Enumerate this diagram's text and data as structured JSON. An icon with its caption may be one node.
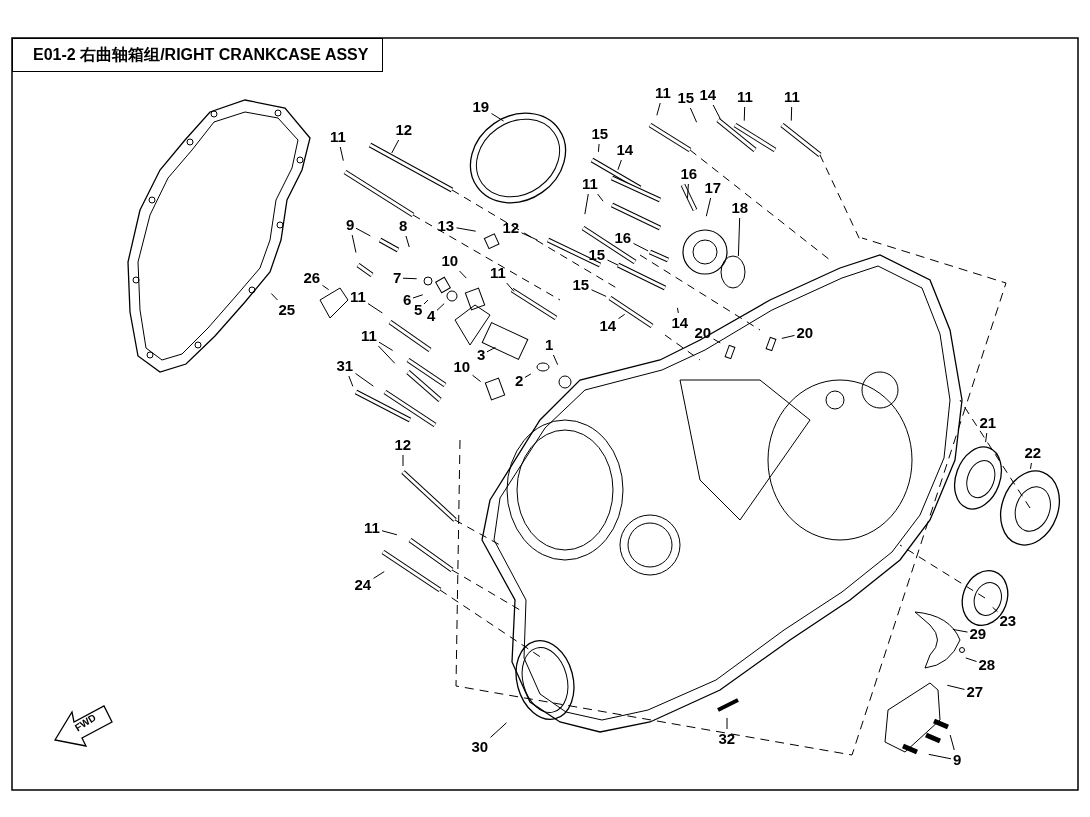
{
  "diagram": {
    "title": "E01-2 右曲轴箱组/RIGHT CRANKCASE ASSY",
    "nodes": [
      {
        "text": [
          "19"
        ]
      },
      {
        "text": [
          "11"
        ]
      },
      {
        "text": [
          "15"
        ]
      },
      {
        "text": [
          "14"
        ]
      },
      {
        "text": [
          "11"
        ]
      },
      {
        "text": [
          "11"
        ]
      },
      {
        "text": [
          "12"
        ]
      },
      {
        "text": [
          "11"
        ]
      },
      {
        "text": [
          "15"
        ]
      },
      {
        "text": [
          "14"
        ]
      },
      {
        "text": [
          "11"
        ]
      },
      {
        "text": [
          "16"
        ]
      },
      {
        "text": [
          "17"
        ]
      },
      {
        "text": [
          "18"
        ]
      },
      {
        "text": [
          "9"
        ]
      },
      {
        "text": [
          "8"
        ]
      },
      {
        "text": [
          "13"
        ]
      },
      {
        "text": [
          "10"
        ]
      },
      {
        "text": [
          "12"
        ]
      },
      {
        "text": [
          "11"
        ]
      },
      {
        "text": [
          "16"
        ]
      },
      {
        "text": [
          "15"
        ]
      },
      {
        "text": [
          "15"
        ]
      },
      {
        "text": [
          "7"
        ]
      },
      {
        "text": [
          "6"
        ]
      },
      {
        "text": [
          "5"
        ]
      },
      {
        "text": [
          "4"
        ]
      },
      {
        "text": [
          "26"
        ]
      },
      {
        "text": [
          "25"
        ]
      },
      {
        "text": [
          "11"
        ]
      },
      {
        "text": [
          "14"
        ]
      },
      {
        "text": [
          "14"
        ]
      },
      {
        "text": [
          "20"
        ]
      },
      {
        "text": [
          "20"
        ]
      },
      {
        "text": [
          "11"
        ]
      },
      {
        "text": [
          "3"
        ]
      },
      {
        "text": [
          "10"
        ]
      },
      {
        "text": [
          "1"
        ]
      },
      {
        "text": [
          "2"
        ]
      },
      {
        "text": [
          "31"
        ]
      },
      {
        "text": [
          "12"
        ]
      },
      {
        "text": [
          "21"
        ]
      },
      {
        "text": [
          "22"
        ]
      },
      {
        "text": [
          "11"
        ]
      },
      {
        "text": [
          "24"
        ]
      },
      {
        "text": [
          "23"
        ]
      },
      {
        "text": [
          "29"
        ]
      },
      {
        "text": [
          "28"
        ]
      },
      {
        "text": [
          "27"
        ]
      },
      {
        "text": [
          "30"
        ]
      },
      {
        "text": [
          "32"
        ]
      },
      {
        "text": [
          "9"
        ]
      }
    ],
    "edges": [
      {
        "from": 0,
        "to": null,
        "arrow": "none"
      },
      {
        "from": 1,
        "to": null,
        "arrow": "none"
      },
      {
        "from": 2,
        "to": null,
        "arrow": "none"
      },
      {
        "from": 3,
        "to": null,
        "arrow": "none"
      },
      {
        "from": 4,
        "to": null,
        "arrow": "none"
      },
      {
        "from": 5,
        "to": null,
        "arrow": "none"
      },
      {
        "from": 6,
        "to": null,
        "arrow": "none"
      },
      {
        "from": 7,
        "to": null,
        "arrow": "none"
      },
      {
        "from": 8,
        "to": null,
        "arrow": "none"
      },
      {
        "from": 9,
        "to": null,
        "arrow": "none"
      },
      {
        "from": 10,
        "to": null,
        "arrow": "none"
      },
      {
        "from": 10,
        "to": null,
        "arrow": "none"
      },
      {
        "from": 11,
        "to": null,
        "arrow": "none"
      },
      {
        "from": 12,
        "to": null,
        "arrow": "none"
      },
      {
        "from": 13,
        "to": null,
        "arrow": "none"
      },
      {
        "from": 14,
        "to": null,
        "arrow": "none"
      },
      {
        "from": 14,
        "to": null,
        "arrow": "none"
      },
      {
        "from": 15,
        "to": null,
        "arrow": "none"
      },
      {
        "from": 16,
        "to": null,
        "arrow": "none"
      },
      {
        "from": 17,
        "to": null,
        "arrow": "none"
      },
      {
        "from": 18,
        "to": null,
        "arrow": "none"
      },
      {
        "from": 19,
        "to": null,
        "arrow": "none"
      },
      {
        "from": 20,
        "to": null,
        "arrow": "none"
      },
      {
        "from": 21,
        "to": null,
        "arrow": "none"
      },
      {
        "from": 22,
        "to": null,
        "arrow": "none"
      },
      {
        "from": 23,
        "to": null,
        "arrow": "none"
      },
      {
        "from": 24,
        "to": null,
        "arrow": "none"
      },
      {
        "from": 25,
        "to": null,
        "arrow": "none"
      },
      {
        "from": 26,
        "to": null,
        "arrow": "none"
      },
      {
        "from": 27,
        "to": null,
        "arrow": "none"
      },
      {
        "from": 28,
        "to": null,
        "arrow": "none"
      },
      {
        "from": 29,
        "to": null,
        "arrow": "none"
      },
      {
        "from": 30,
        "to": null,
        "arrow": "none"
      },
      {
        "from": 31,
        "to": null,
        "arrow": "none"
      },
      {
        "from": 32,
        "to": null,
        "arrow": "none"
      },
      {
        "from": 33,
        "to": null,
        "arrow": "none"
      },
      {
        "from": 34,
        "to": null,
        "arrow": "none"
      },
      {
        "from": 34,
        "to": null,
        "arrow": "none"
      },
      {
        "from": 35,
        "to": null,
        "arrow": "none"
      },
      {
        "from": 36,
        "to": null,
        "arrow": "none"
      },
      {
        "from": 37,
        "to": null,
        "arrow": "none"
      },
      {
        "from": 38,
        "to": null,
        "arrow": "none"
      },
      {
        "from": 39,
        "to": null,
        "arrow": "none"
      },
      {
        "from": 39,
        "to": null,
        "arrow": "none"
      },
      {
        "from": 40,
        "to": null,
        "arrow": "none"
      },
      {
        "from": 41,
        "to": null,
        "arrow": "none"
      },
      {
        "from": 42,
        "to": null,
        "arrow": "none"
      },
      {
        "from": 43,
        "to": null,
        "arrow": "none"
      },
      {
        "from": 44,
        "to": null,
        "arrow": "none"
      },
      {
        "from": 45,
        "to": null,
        "arrow": "none"
      },
      {
        "from": 46,
        "to": null,
        "arrow": "none"
      },
      {
        "from": 47,
        "to": null,
        "arrow": "none"
      },
      {
        "from": 48,
        "to": null,
        "arrow": "none"
      },
      {
        "from": 49,
        "to": null,
        "arrow": "none"
      },
      {
        "from": 50,
        "to": null,
        "arrow": "none"
      },
      {
        "from": 51,
        "to": null,
        "arrow": "none"
      },
      {
        "from": 51,
        "to": null,
        "arrow": "none"
      }
    ],
    "labels": [
      "FWD"
    ]
  }
}
